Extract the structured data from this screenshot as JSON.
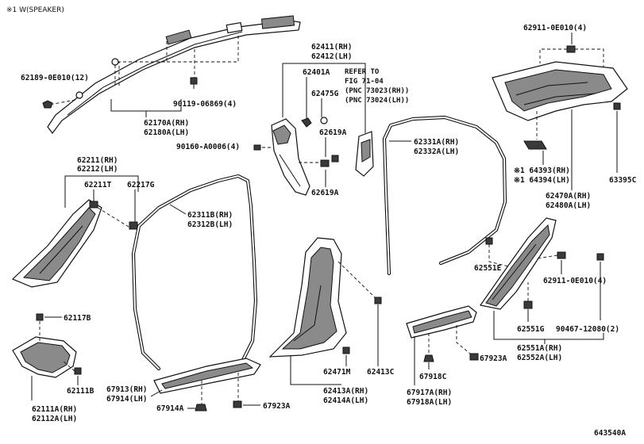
{
  "note": "※1 W(SPEAKER)",
  "labels": {
    "p62189": "62189-0E010(12)",
    "p90119": "90119-06869(4)",
    "p62170": "62170A(RH)",
    "p62180": "62180A(LH)",
    "p62411": "62411(RH)",
    "p62412": "62412(LH)",
    "p62401": "62401A",
    "p62475": "62475G",
    "ref1": "REFER TO",
    "ref2": "FIG 71-04",
    "ref3": "(PNC 73023(RH))",
    "ref4": "(PNC 73024(LH))",
    "p90160": "90160-A0006(4)",
    "p62619a": "62619A",
    "p62619b": "62619A",
    "p62911top": "62911-0E010(4)",
    "p62331": "62331A(RH)",
    "p62332": "62332A(LH)",
    "p64393": "※1 64393(RH)",
    "p64394": "※1 64394(LH)",
    "p63395": "63395C",
    "p62470": "62470A(RH)",
    "p62480": "62480A(LH)",
    "p62211": "62211(RH)",
    "p62212": "62212(LH)",
    "p62211t": "62211T",
    "p62217": "62217G",
    "p62311": "62311B(RH)",
    "p62312": "62312B(LH)",
    "p62551e": "62551E",
    "p62911mid": "62911-0E010(4)",
    "p62551g": "62551G",
    "p90467": "90467-12080(2)",
    "p62551a": "62551A(RH)",
    "p62552a": "62552A(LH)",
    "p62117": "62117B",
    "p62111b": "62111B",
    "p62111a": "62111A(RH)",
    "p62112a": "62112A(LH)",
    "p67913": "67913(RH)",
    "p67914": "67914(LH)",
    "p67914a": "67914A",
    "p67923a1": "67923A",
    "p62471": "62471M",
    "p62413c": "62413C",
    "p62413a": "62413A(RH)",
    "p62414a": "62414A(LH)",
    "p67918c": "67918C",
    "p67923a2": "67923A",
    "p67917": "67917A(RH)",
    "p67918a": "67918A(LH)",
    "illus": "643540A"
  }
}
